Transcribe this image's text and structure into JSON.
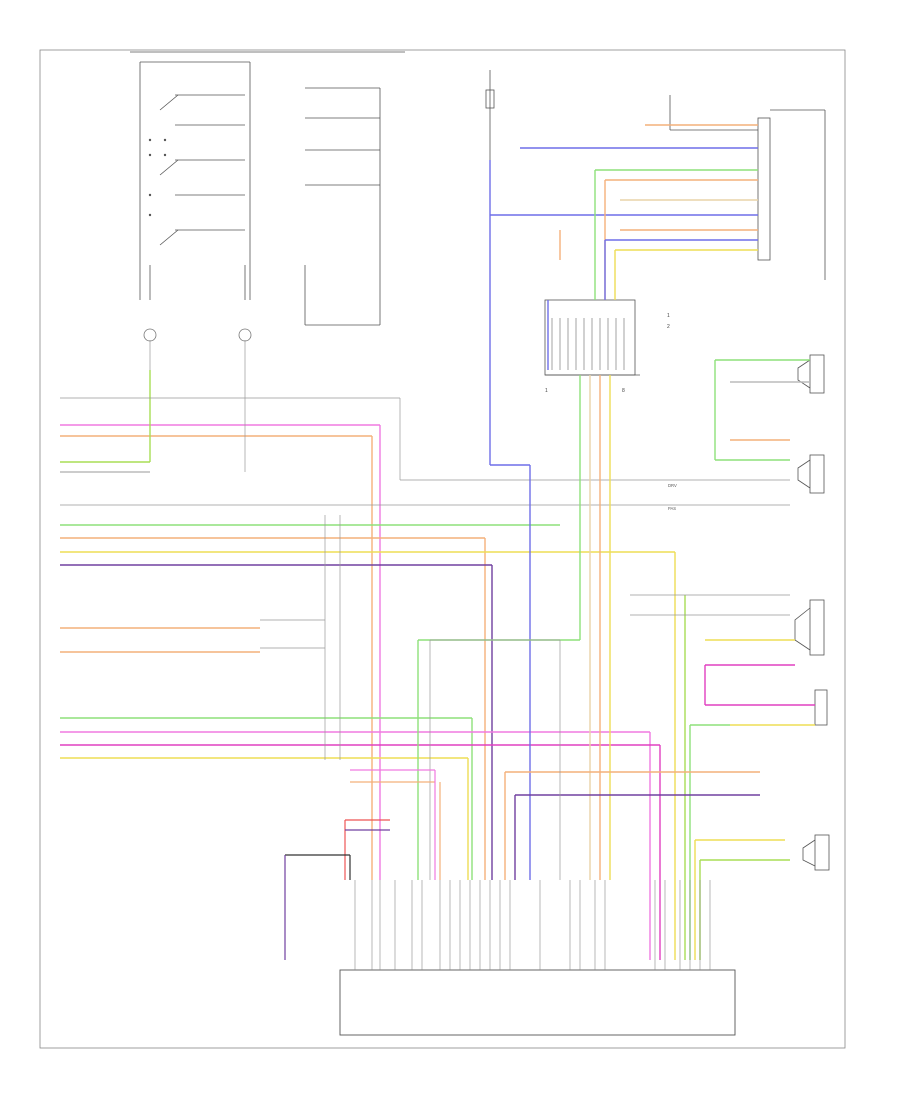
{
  "diagram": {
    "footer_code": "",
    "labels": {
      "right_cluster_key": [
        "1",
        "2"
      ],
      "connector_pin_left": "1",
      "connector_pin_right": "8",
      "wire_tag_a": "DRV",
      "wire_tag_b": "PAS"
    }
  },
  "colors": {
    "background": "#ffffff",
    "frame": "#555555",
    "wire_neutral": "#666666",
    "wire_gray": "#bbbbbb",
    "pink": "#f07ae0",
    "magenta": "#e040c0",
    "orange": "#f4b07a",
    "tan": "#e9d3a8",
    "green": "#8ee07a",
    "lime": "#a8dd55",
    "yellow": "#eedd55",
    "blue": "#6f6fe8",
    "purple": "#7040a0",
    "red": "#ee5555",
    "dark": "#333333"
  }
}
